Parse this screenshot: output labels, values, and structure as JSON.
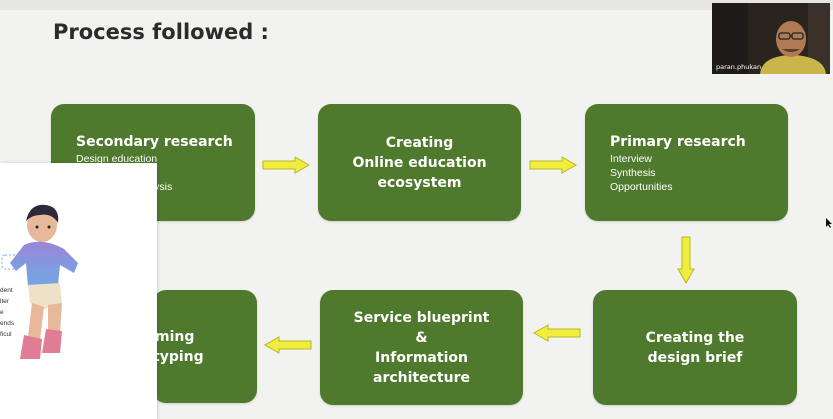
{
  "slide": {
    "title": "Process followed :"
  },
  "boxes": {
    "secondary": {
      "title": "Secondary research",
      "items": [
        "Design education",
        "s",
        "alysis"
      ]
    },
    "creating_online": {
      "line1": "Creating",
      "line2": "Online education",
      "line3": "ecosystem"
    },
    "primary": {
      "title": "Primary research",
      "items": [
        "Interview",
        "Synthesis",
        "Opportunities"
      ]
    },
    "brief": {
      "line1": "Creating the",
      "line2": "design brief"
    },
    "blueprint": {
      "line1": "Service blueprint",
      "line2": "&",
      "line3": "Information",
      "line4": "architecture"
    },
    "ideation": {
      "line1": "ming",
      "line2": "typing"
    }
  },
  "webcam": {
    "name": "paran.phukan"
  },
  "overlay": {
    "list": [
      "dent",
      "lter",
      "e",
      "ends",
      "ficul"
    ]
  },
  "colors": {
    "box": "#4f7a2d",
    "arrow": "#f0ee3a",
    "arrow_outline": "#b8b52a"
  }
}
